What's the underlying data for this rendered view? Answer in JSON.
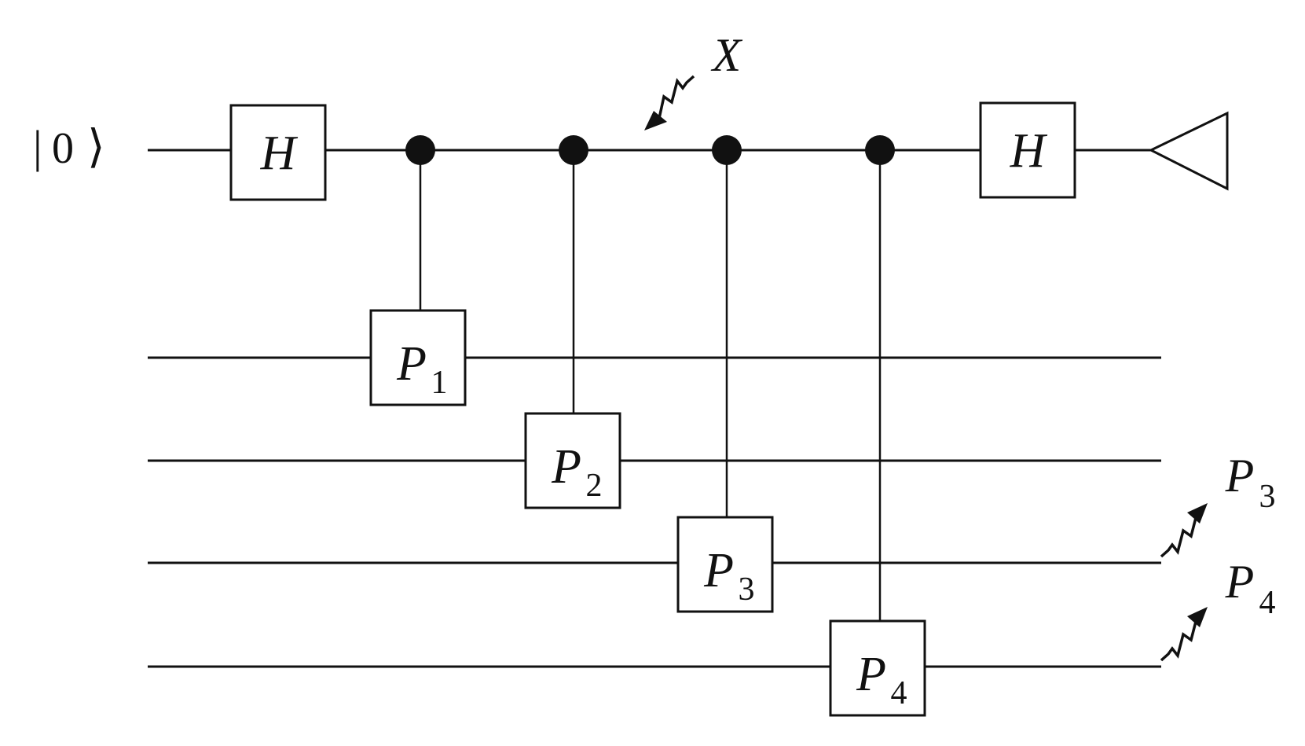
{
  "input_state": {
    "bar": "|",
    "digit": "0",
    "angle": "⟩"
  },
  "hadamard_1": "H",
  "hadamard_2": "H",
  "error_label": "X",
  "controlled_gates": [
    {
      "sym": "P",
      "sub": "1"
    },
    {
      "sym": "P",
      "sub": "2"
    },
    {
      "sym": "P",
      "sub": "3"
    },
    {
      "sym": "P",
      "sub": "4"
    }
  ],
  "output_errors": [
    {
      "sym": "P",
      "sub": "3"
    },
    {
      "sym": "P",
      "sub": "4"
    }
  ]
}
